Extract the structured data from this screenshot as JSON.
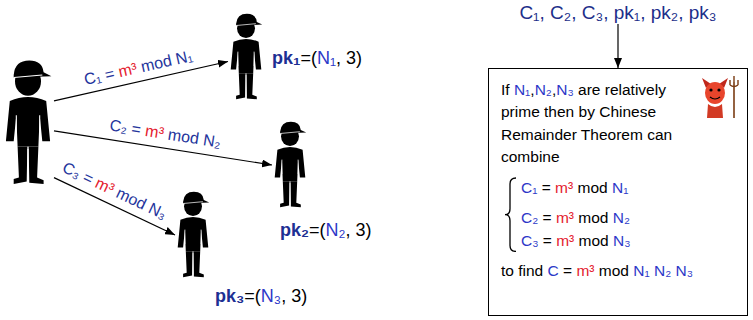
{
  "diagram": {
    "nodes": [
      {
        "text": []
      },
      {
        "text": [
          "pk₁=(N₁, 3)"
        ]
      },
      {
        "text": [
          "pk₂=(N₂, 3)"
        ]
      },
      {
        "text": [
          "pk₃=(N₃, 3)"
        ]
      },
      {
        "text": [
          "C₁, C₂, C₃, pk₁, pk₂, pk₃"
        ]
      },
      {
        "text": [
          "If N₁,N₂,N₃ are relatively prime then by Chinese Remainder Theorem can combine",
          "C₁ = m³ mod N₁",
          "C₂ = m³ mod N₂",
          "C₃ = m³ mod N₃",
          "to find C = m³ mod N₁ N₂ N₃"
        ]
      }
    ],
    "edges": [
      {
        "from": 0,
        "to": 1,
        "label": "C₁ = m³ mod N₁",
        "arrow": "to"
      },
      {
        "from": 0,
        "to": 2,
        "label": "C₂ = m³ mod N₂",
        "arrow": "to"
      },
      {
        "from": 0,
        "to": 3,
        "label": "C₃ = m³ mod N₃",
        "arrow": "to"
      },
      {
        "from": 4,
        "to": 5,
        "arrow": "to"
      }
    ]
  }
}
